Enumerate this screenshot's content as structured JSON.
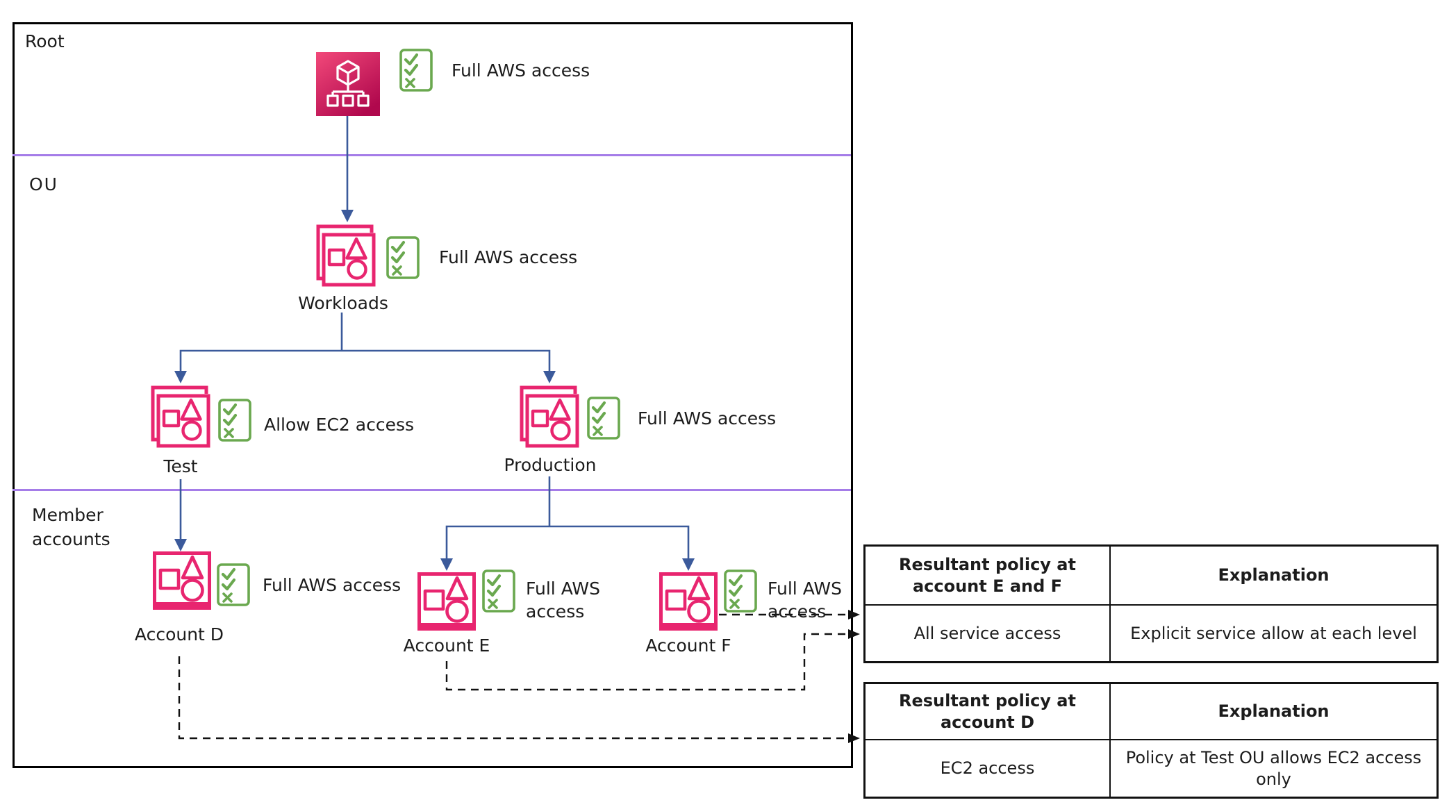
{
  "colors": {
    "pink": "#e8256f",
    "pink_gradient_start": "#f2497a",
    "pink_gradient_end": "#b0084d",
    "green": "#6aa84f",
    "blue": "#3b5a9b",
    "purple": "#a57ce8",
    "text": "#1c1c1c",
    "table_border": "#111111"
  },
  "sections": {
    "root": "Root",
    "ou": "OU",
    "member": "Member\naccounts"
  },
  "nodes": {
    "root": {
      "policy": "Full AWS access"
    },
    "workloads": {
      "name": "Workloads",
      "policy": "Full AWS access"
    },
    "test": {
      "name": "Test",
      "policy": "Allow EC2 access"
    },
    "production": {
      "name": "Production",
      "policy": "Full AWS access"
    },
    "account_d": {
      "name": "Account D",
      "policy": "Full AWS access"
    },
    "account_e": {
      "name": "Account E",
      "policy": "Full AWS access"
    },
    "account_f": {
      "name": "Account F",
      "policy": "Full AWS access"
    }
  },
  "icons": {
    "root": "organizations-icon",
    "ou": "organizational-unit-icon",
    "account": "account-icon",
    "policy": "policy-checklist-icon"
  },
  "tables": {
    "ef": {
      "headers": [
        "Resultant policy at account E and F",
        "Explanation"
      ],
      "rows": [
        [
          "All service access",
          "Explicit service allow at each level"
        ]
      ]
    },
    "d": {
      "headers": [
        "Resultant policy at account D",
        "Explanation"
      ],
      "rows": [
        [
          "EC2 access",
          "Policy at Test OU allows EC2 access only"
        ]
      ]
    }
  }
}
